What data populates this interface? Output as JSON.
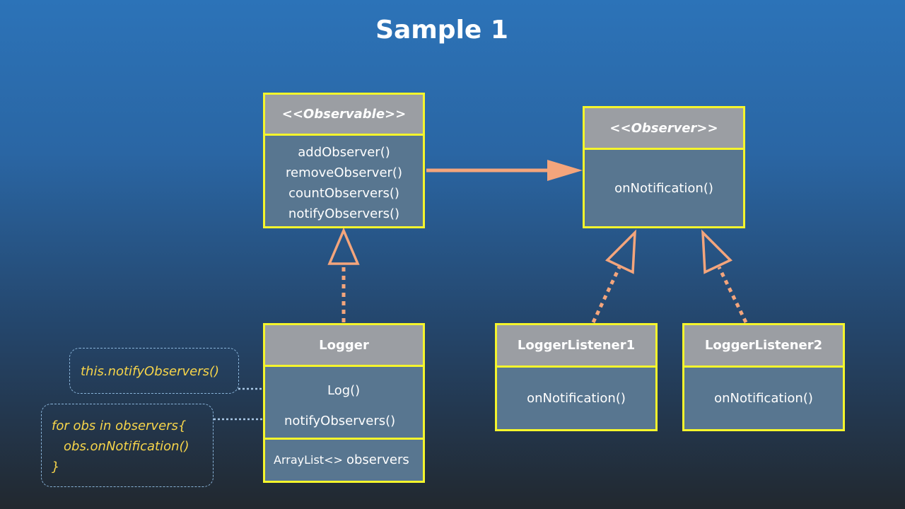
{
  "title": "Sample 1",
  "observable": {
    "name": "<<Observable>>",
    "methods": [
      "addObserver()",
      "removeObserver()",
      "countObservers()",
      "notifyObservers()"
    ]
  },
  "observer": {
    "name": "<<Observer>>",
    "methods": [
      "onNotification()"
    ]
  },
  "logger": {
    "name": "Logger",
    "methods": [
      "Log()",
      "notifyObservers()"
    ],
    "field_type": "ArrayList<>",
    "field_name": "observers"
  },
  "listener1": {
    "name": "LoggerListener1",
    "methods": [
      "onNotification()"
    ]
  },
  "listener2": {
    "name": "LoggerListener2",
    "methods": [
      "onNotification()"
    ]
  },
  "notes": {
    "log_note": "this.notifyObservers()",
    "notify_note": [
      "for obs in observers{",
      "obs.onNotification()",
      "}"
    ]
  },
  "colors": {
    "box_border": "#f5f52c",
    "header_fill": "#9b9ea3",
    "body_fill": "#587690",
    "arrow": "#f4a57c",
    "note_text": "#f7d54a",
    "note_border": "#8ab4d9"
  }
}
